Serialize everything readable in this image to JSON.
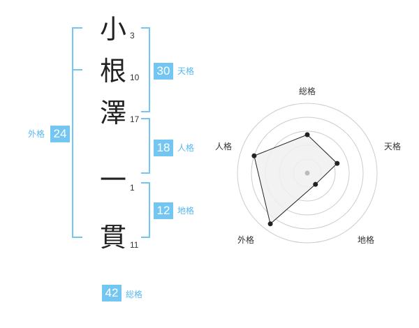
{
  "name": {
    "chars": [
      {
        "char": "小",
        "strokes": "3"
      },
      {
        "char": "根",
        "strokes": "10"
      },
      {
        "char": "澤",
        "strokes": "17"
      },
      {
        "char": "一",
        "strokes": "1"
      },
      {
        "char": "貫",
        "strokes": "11"
      }
    ]
  },
  "scores": {
    "tenkaku": {
      "value": "30",
      "label": "天格"
    },
    "jinkaku": {
      "value": "18",
      "label": "人格"
    },
    "chikaku": {
      "value": "12",
      "label": "地格"
    },
    "gaikaku": {
      "value": "24",
      "label": "外格"
    },
    "soukaku": {
      "value": "42",
      "label": "総格"
    }
  },
  "radar": {
    "axes": [
      "総格",
      "天格",
      "地格",
      "外格",
      "人格"
    ],
    "levels": 5,
    "values": [
      0.55,
      0.45,
      0.2,
      0.9,
      0.8
    ],
    "fill_color": "#f0f0f0",
    "line_color": "#222222",
    "ring_color": "#cccccc",
    "accent": "#74c6f2"
  }
}
